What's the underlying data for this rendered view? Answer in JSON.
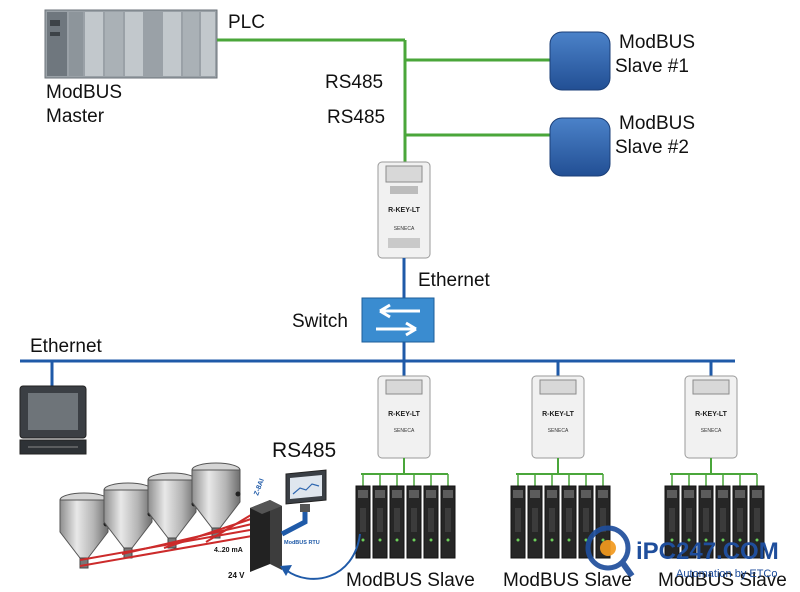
{
  "labels": {
    "plc": "PLC",
    "master_line1": "ModBUS",
    "master_line2": "Master",
    "rs485_top": "RS485",
    "rs485_second": "RS485",
    "slave1_line1": "ModBUS",
    "slave1_line2": "Slave #1",
    "slave2_line1": "ModBUS",
    "slave2_line2": "Slave #2",
    "ethernet_gateway": "Ethernet",
    "switch": "Switch",
    "ethernet_bus": "Ethernet",
    "rs485_field": "RS485",
    "slave_group_1": "ModBUS Slave",
    "slave_group_2": "ModBUS Slave",
    "slave_group_3": "ModBUS Slave"
  },
  "device": {
    "model": "R-KEY-LT",
    "brand": "SENECA"
  },
  "field": {
    "converter_label": "Z-8AI",
    "signal_label": "4..20 mA",
    "power_label": "24 V",
    "protocol_label": "ModBUS RTU"
  },
  "watermark": {
    "brand": "iPC247.COM",
    "tagline": "Automation by ETCo"
  },
  "colors": {
    "rs485_line": "#4aa63a",
    "ethernet_line": "#1f5aa8",
    "slave_fill": "#2f67b0",
    "switch_fill": "#3a8cd0",
    "sensor_wire": "#cc2b2b",
    "watermark_blue": "#1f4e9c",
    "watermark_orange": "#f39a1e"
  }
}
